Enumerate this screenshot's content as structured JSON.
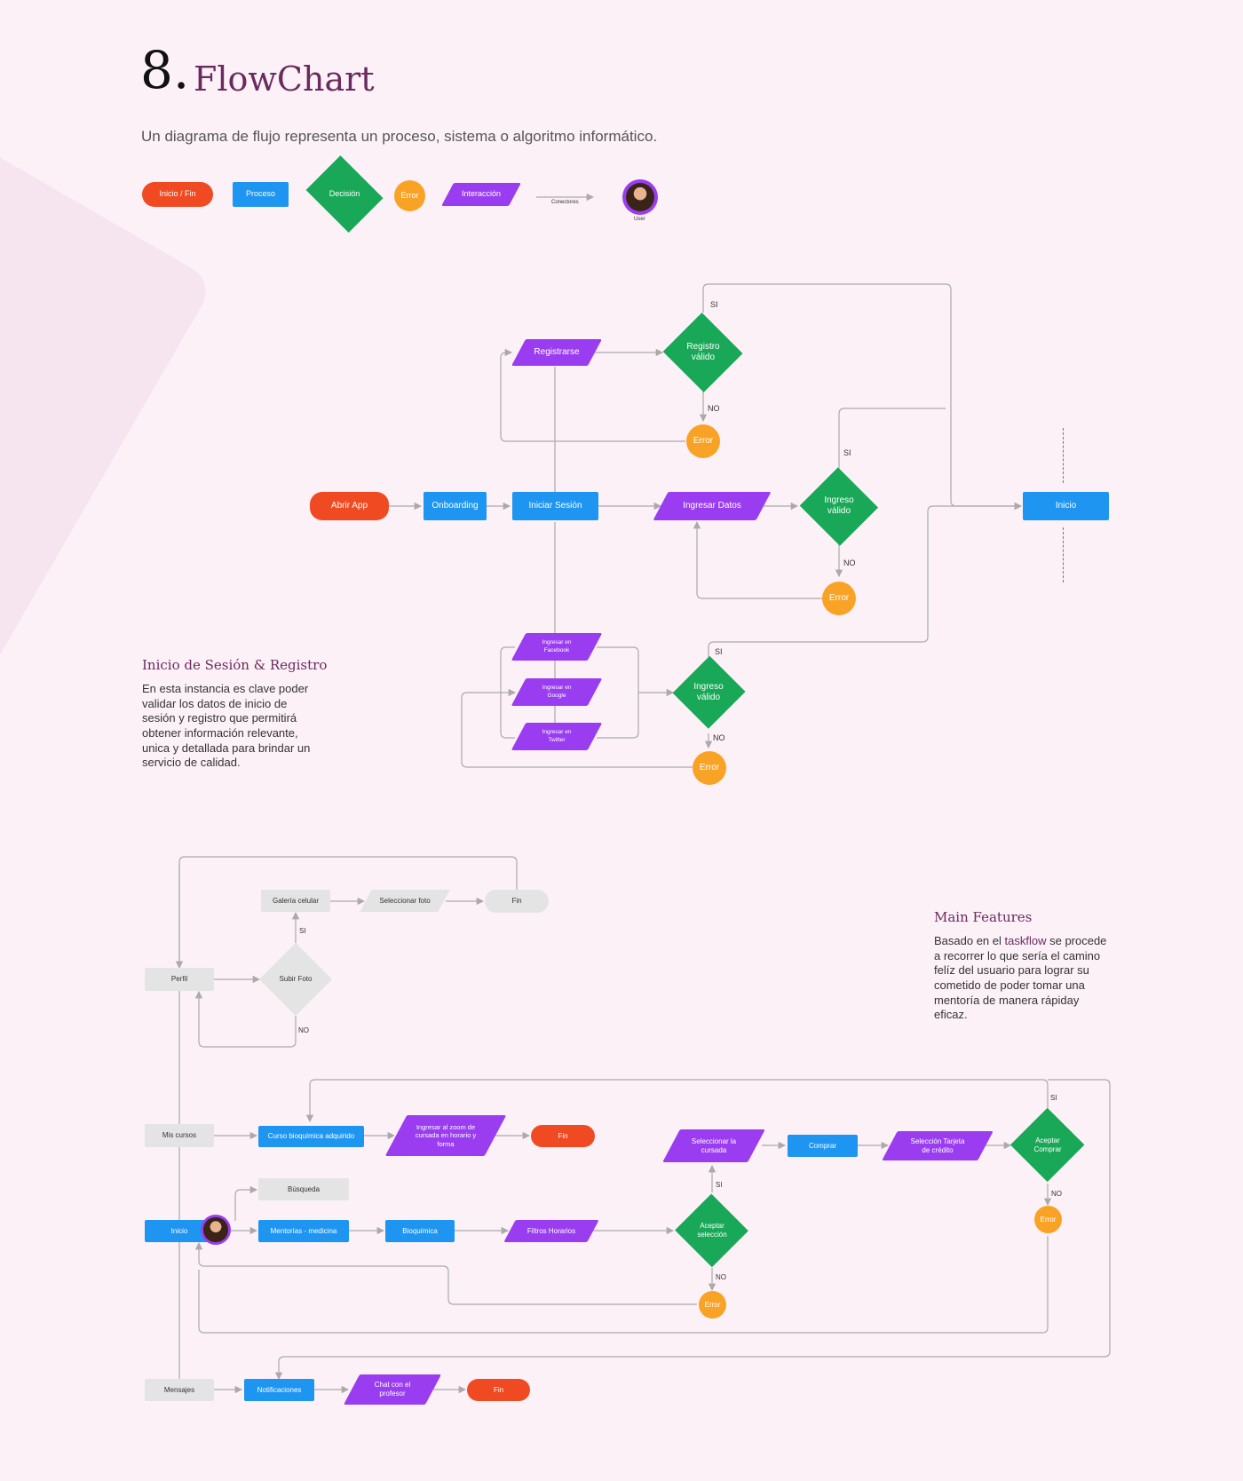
{
  "header": {
    "number": "8.",
    "title": "FlowChart",
    "subtitle": "Un diagrama de flujo representa un proceso, sistema o algoritmo informático."
  },
  "legend": {
    "terminal": "Inicio / Fin",
    "process": "Proceso",
    "decision": "Decisión",
    "error": "Error",
    "interaction": "Interacción",
    "connectors": "Conectores",
    "user": "User"
  },
  "colors": {
    "terminal": "#f04a23",
    "process": "#1e95f0",
    "decision": "#18a857",
    "error": "#f9a326",
    "interaction": "#9a3df0",
    "accent": "#6a2a5e",
    "background": "#fcf1f7"
  },
  "login_section": {
    "heading": "Inicio de Sesión & Registro",
    "description": "En esta instancia es clave poder validar los datos de inicio de sesión y registro que permitirá obtener información relevante, unica y detallada para brindar un servicio de calidad.",
    "nodes": {
      "abrir_app": "Abrir App",
      "onboarding": "Onboarding",
      "iniciar_sesion": "Iniciar Sesión",
      "registrarse": "Registrarse",
      "registro_valido": "Registro válido",
      "error_1": "Error",
      "ingresar_datos": "Ingresar Datos",
      "ingreso_valido_1": "Ingreso válido",
      "error_2": "Error",
      "inicio": "Inicio",
      "facebook": "Ingresar en Facebook",
      "google": "Ingresar en Google",
      "twitter": "Ingresar en Twitter",
      "ingreso_valido_2": "Ingreso válido",
      "error_3": "Error"
    },
    "labels": {
      "si": "SI",
      "no": "NO"
    }
  },
  "features_section": {
    "heading": "Main Features",
    "description_before": "Basado en el ",
    "description_accent": "taskflow",
    "description_after": " se procede a recorrer lo que sería el camino felíz del usuario para lograr su cometido de poder tomar una mentoría de manera rápiday eficaz.",
    "nodes": {
      "galeria": "Galería celular",
      "seleccionar_foto": "Seleccionar foto",
      "fin_1": "Fin",
      "perfil": "Perfil",
      "subir_foto": "Subir Foto",
      "mis_cursos": "Mis cursos",
      "curso_bioquimica": "Curso bioquímica adquirido",
      "ingresar_zoom": "Ingresar al zoom de cursada en horario y forma",
      "fin_2": "Fin",
      "busqueda": "Búsqueda",
      "inicio": "Inicio",
      "mentorias": "Mentorías - medicina",
      "bioquimica": "Bioquímica",
      "filtros": "Filtros Horarios",
      "aceptar_seleccion": "Aceptar selección",
      "error_a": "Error",
      "seleccionar_cursada": "Seleccionar la cursada",
      "comprar": "Comprar",
      "seleccion_tarjeta": "Selección Tarjeta de crédito",
      "aceptar_comprar": "Aceptar Comprar",
      "error_b": "Error",
      "mensajes": "Mensajes",
      "notificaciones": "Notificaciones",
      "chat": "Chat con el profesor",
      "fin_3": "Fin"
    },
    "labels": {
      "si": "SI",
      "no": "NO"
    }
  }
}
